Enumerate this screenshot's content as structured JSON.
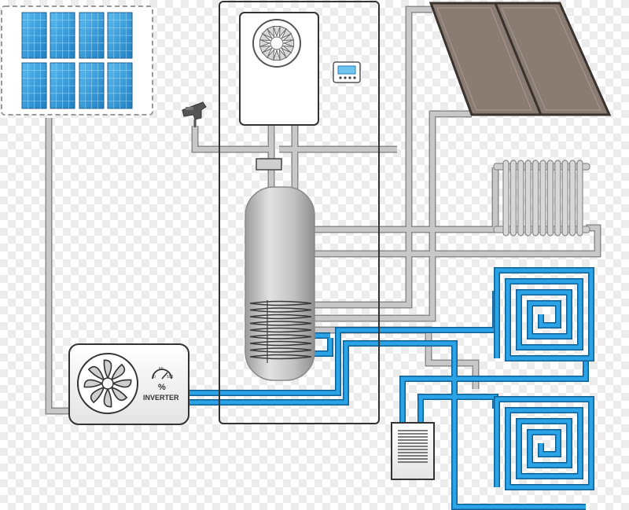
{
  "inverter_unit": {
    "percent_symbol": "%",
    "brand_label": "INVERTER",
    "gauge_labels": [
      "50",
      "0",
      "100"
    ]
  },
  "colors": {
    "grey_pipe": "#b4b4b4",
    "grey_pipe_edge": "#8c8c8c",
    "blue_pipe": "#1a8fd0",
    "blue_pipe_dark": "#0d5f96",
    "solar_panel_blue": "#3aa0dc",
    "collector_brown": "#8a7c72",
    "tank_grey": "#c6c6c6",
    "outline": "#333333"
  },
  "icons": {
    "solar_pv": "solar-panel-icon",
    "collector": "solar-thermal-collector-icon",
    "radiator": "radiator-icon",
    "underfloor": "underfloor-heating-coil-icon",
    "fan_coil": "fan-coil-unit-icon",
    "heat_pump": "inverter-heat-pump-icon",
    "tap": "water-tap-icon",
    "thermostat": "thermostat-icon",
    "tank": "hot-water-tank-icon",
    "boiler": "wall-boiler-icon"
  }
}
